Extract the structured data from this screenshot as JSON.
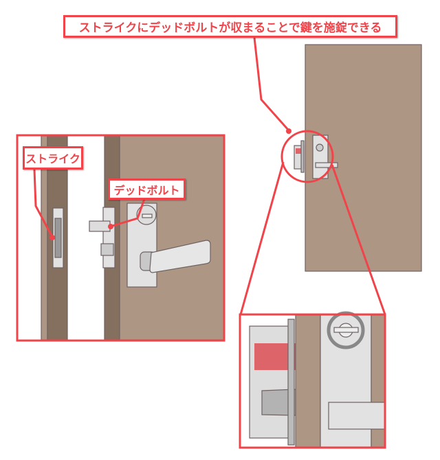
{
  "title": "ストライクにデッドボルトが収まることで鍵を施錠できる",
  "labels": {
    "strike": "ストライク",
    "deadbolt": "デッドボルト"
  },
  "colors": {
    "accent": "#f0444a",
    "door": "#ae9684",
    "frame": "#85705f",
    "metal": "#e2e2e2",
    "outline": "#6e6262",
    "bolt_red": "#dd6468"
  }
}
